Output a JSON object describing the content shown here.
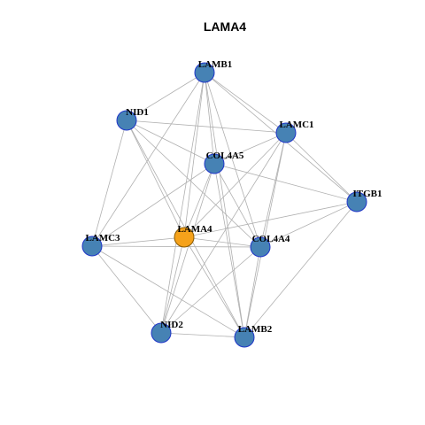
{
  "title": "LAMA4",
  "colors": {
    "hub_fill": "#F5A21B",
    "node_fill": "#4682B4",
    "node_stroke": "#1F35C8",
    "edge": "#B0B0B0"
  },
  "nodes": [
    {
      "id": "LAMB1",
      "label": "LAMB1",
      "hub": false
    },
    {
      "id": "NID1",
      "label": "NID1",
      "hub": false
    },
    {
      "id": "LAMC1",
      "label": "LAMC1",
      "hub": false
    },
    {
      "id": "COL4A5",
      "label": "COL4A5",
      "hub": false
    },
    {
      "id": "ITGB1",
      "label": "ITGB1",
      "hub": false
    },
    {
      "id": "LAMC3",
      "label": "LAMC3",
      "hub": false
    },
    {
      "id": "LAMA4",
      "label": "LAMA4",
      "hub": true
    },
    {
      "id": "COL4A4",
      "label": "COL4A4",
      "hub": false
    },
    {
      "id": "NID2",
      "label": "NID2",
      "hub": false
    },
    {
      "id": "LAMB2",
      "label": "LAMB2",
      "hub": false
    }
  ],
  "edges": [
    [
      "LAMB1",
      "NID1"
    ],
    [
      "LAMB1",
      "LAMC1"
    ],
    [
      "LAMB1",
      "COL4A5"
    ],
    [
      "LAMB1",
      "ITGB1"
    ],
    [
      "LAMB1",
      "LAMC3"
    ],
    [
      "LAMB1",
      "LAMA4"
    ],
    [
      "LAMB1",
      "COL4A4"
    ],
    [
      "LAMB1",
      "NID2"
    ],
    [
      "LAMB1",
      "LAMB2"
    ],
    [
      "NID1",
      "LAMC1"
    ],
    [
      "NID1",
      "COL4A5"
    ],
    [
      "NID1",
      "LAMC3"
    ],
    [
      "NID1",
      "LAMA4"
    ],
    [
      "NID1",
      "COL4A4"
    ],
    [
      "NID1",
      "LAMB2"
    ],
    [
      "LAMC1",
      "COL4A5"
    ],
    [
      "LAMC1",
      "ITGB1"
    ],
    [
      "LAMC1",
      "LAMA4"
    ],
    [
      "LAMC1",
      "COL4A4"
    ],
    [
      "LAMC1",
      "NID2"
    ],
    [
      "LAMC1",
      "LAMB2"
    ],
    [
      "COL4A5",
      "ITGB1"
    ],
    [
      "COL4A5",
      "LAMC3"
    ],
    [
      "COL4A5",
      "LAMA4"
    ],
    [
      "COL4A5",
      "COL4A4"
    ],
    [
      "COL4A5",
      "NID2"
    ],
    [
      "COL4A5",
      "LAMB2"
    ],
    [
      "ITGB1",
      "LAMA4"
    ],
    [
      "ITGB1",
      "COL4A4"
    ],
    [
      "ITGB1",
      "LAMB2"
    ],
    [
      "LAMC3",
      "LAMA4"
    ],
    [
      "LAMC3",
      "COL4A4"
    ],
    [
      "LAMC3",
      "NID2"
    ],
    [
      "LAMC3",
      "LAMB2"
    ],
    [
      "LAMA4",
      "COL4A4"
    ],
    [
      "LAMA4",
      "NID2"
    ],
    [
      "LAMA4",
      "LAMB2"
    ],
    [
      "COL4A4",
      "NID2"
    ],
    [
      "COL4A4",
      "LAMB2"
    ],
    [
      "NID2",
      "LAMB2"
    ]
  ]
}
